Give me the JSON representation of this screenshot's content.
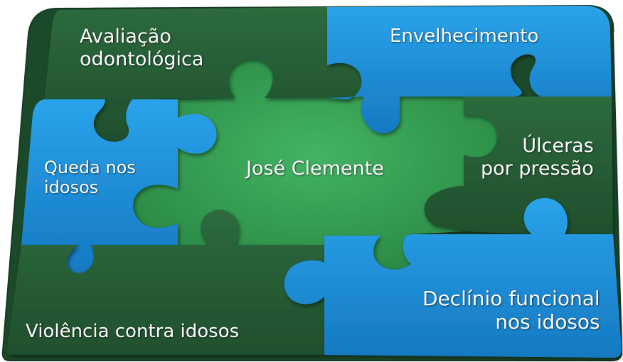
{
  "puzzle": {
    "center_piece": {
      "label": "José Clemente",
      "color": "#2f9a4f"
    },
    "pieces": [
      {
        "id": "avaliacao",
        "lines": [
          "Avaliação",
          "odontológica"
        ],
        "color": "#255a34"
      },
      {
        "id": "envelhecimento",
        "lines": [
          "Envelhecimento"
        ],
        "color": "#1e8fd6"
      },
      {
        "id": "queda",
        "lines": [
          "Queda nos",
          "idosos"
        ],
        "color": "#1e8fd6"
      },
      {
        "id": "ulceras",
        "lines": [
          "Úlceras",
          "por pressão"
        ],
        "color": "#255a34"
      },
      {
        "id": "violencia",
        "lines": [
          "Violência contra idosos"
        ],
        "color": "#255a34"
      },
      {
        "id": "declinio",
        "lines": [
          "Declínio funcional",
          "nos idosos"
        ],
        "color": "#1e8fd6"
      }
    ],
    "colors": {
      "dark_green": "#255a34",
      "blue": "#1e8fd6",
      "center_green": "#2f9a4f",
      "recess": "#1b4a2a",
      "text": "#ffffff"
    }
  }
}
